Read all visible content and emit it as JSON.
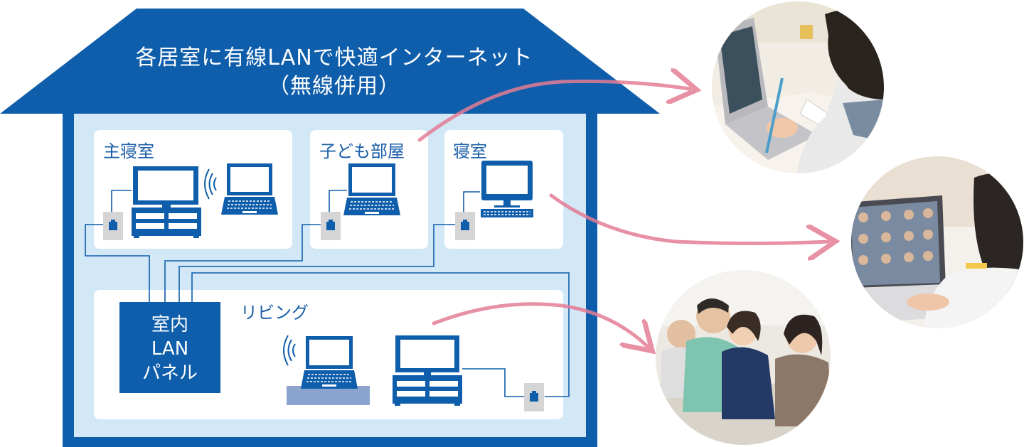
{
  "roof": {
    "title_line1": "各居室に有線LANで快適インターネット",
    "title_line2": "（無線併用）"
  },
  "rooms": {
    "master_bedroom": "主寝室",
    "kids_room": "子ども部屋",
    "bedroom": "寝室",
    "living": "リビング"
  },
  "lan_panel": {
    "line1": "室内",
    "line2": "LAN",
    "line3": "パネル"
  },
  "colors": {
    "brand_blue": "#0f5eab",
    "wall_light": "#d3e8f7",
    "room_white": "#ffffff",
    "arrow_pink": "#e47d95",
    "desk_gray": "#8aa3cf"
  },
  "icons": [
    "monitor-icon",
    "tv-stand-icon",
    "laptop-icon",
    "wifi-signal-icon",
    "lan-outlet-icon",
    "desktop-pc-icon",
    "tv-icon",
    "curved-arrow-icon"
  ],
  "photos": [
    "photo-online-study",
    "photo-video-conference",
    "photo-family-tv"
  ]
}
